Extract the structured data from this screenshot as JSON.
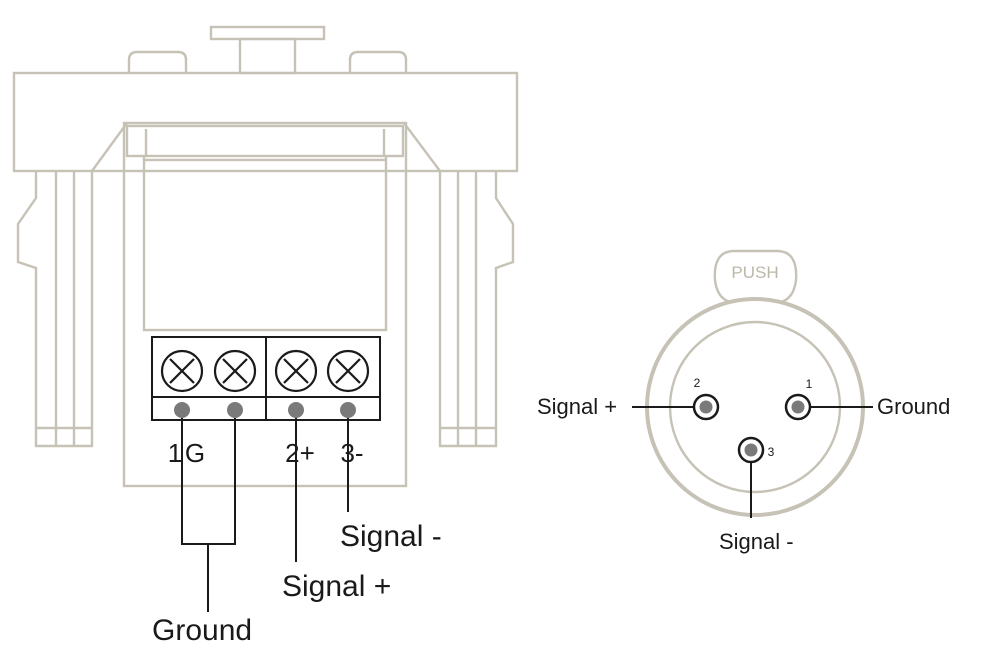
{
  "colors": {
    "outline": "#c7c2b6",
    "ink": "#1a1a1a",
    "pin_fill": "#7a7a7a",
    "background": "#ffffff"
  },
  "terminal_block": {
    "screw_icon": "x-screw-icon",
    "terminal_1_label": "1",
    "terminal_g_label": "G",
    "terminal_2_label": "2+",
    "terminal_3_label": "3-",
    "ground_label": "Ground",
    "signal_plus_label": "Signal +",
    "signal_minus_label": "Signal -"
  },
  "xlr_connector": {
    "push_label": "PUSH",
    "pin_1_number": "1",
    "pin_2_number": "2",
    "pin_3_number": "3",
    "pin_1_label": "Ground",
    "pin_2_label": "Signal +",
    "pin_3_label": "Signal -"
  }
}
